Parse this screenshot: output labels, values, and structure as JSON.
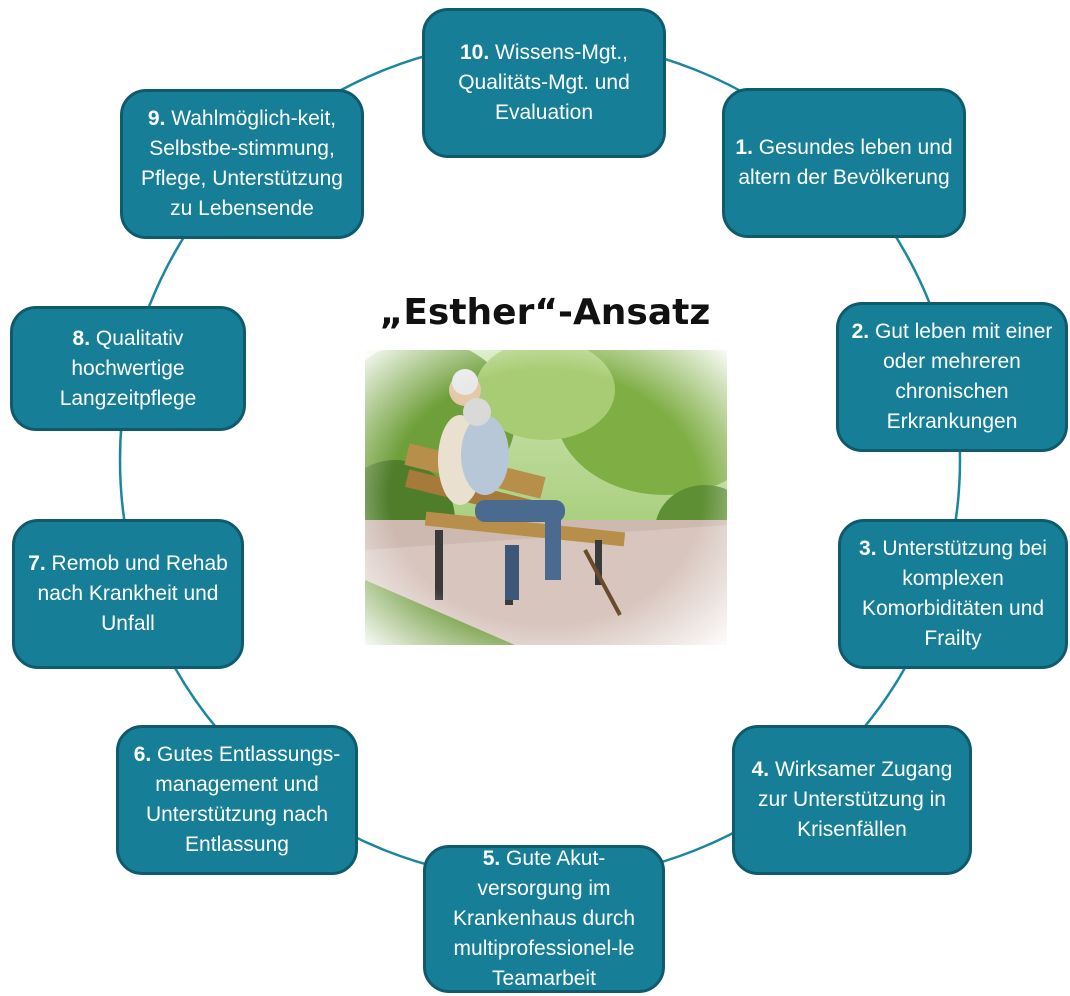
{
  "title": "„Esther“-Ansatz",
  "image": {
    "description_icon": "elderly-couple-on-bench-photo"
  },
  "colors": {
    "box_fill": "#167f97",
    "box_border": "#0f5b6c",
    "ring": "#1a86a0",
    "text": "#ffffff"
  },
  "boxes": [
    {
      "num": "1.",
      "text": " Gesundes leben und altern der Bevölkerung"
    },
    {
      "num": "2.",
      "text": " Gut leben mit einer oder mehreren chronischen Erkrankungen"
    },
    {
      "num": "3.",
      "text": " Unterstützung bei komplexen Komorbiditäten und Frailty"
    },
    {
      "num": "4.",
      "text": " Wirksamer Zugang zur Unterstützung in Krisenfällen"
    },
    {
      "num": "5.",
      "text": " Gute Akut-versorgung im Krankenhaus durch multiprofessionel-le Teamarbeit"
    },
    {
      "num": "6.",
      "text": " Gutes Entlassungs-management und Unterstützung nach Entlassung"
    },
    {
      "num": "7.",
      "text": " Remob und Rehab nach Krankheit und Unfall"
    },
    {
      "num": "8.",
      "text": " Qualitativ hochwertige Langzeitpflege"
    },
    {
      "num": "9.",
      "text": " Wahlmöglich-keit, Selbstbe-stimmung, Pflege, Unterstützung zu Lebensende"
    },
    {
      "num": "10.",
      "text": " Wissens-Mgt., Qualitäts-Mgt. und Evaluation"
    }
  ]
}
